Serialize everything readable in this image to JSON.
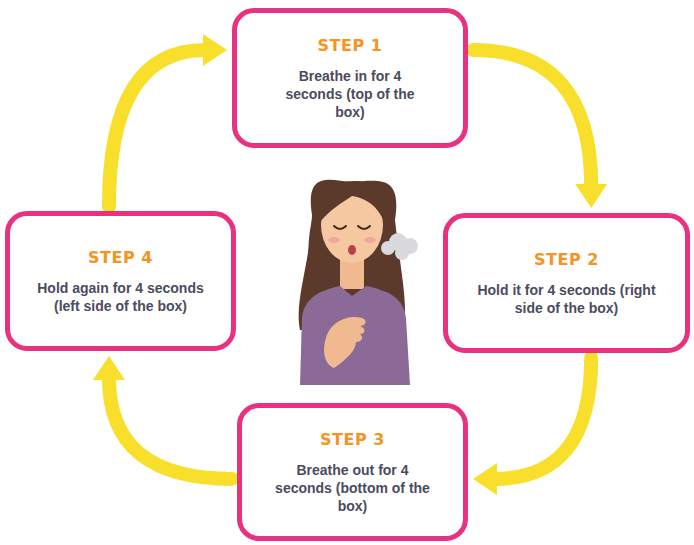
{
  "diagram": {
    "nodes": [
      {
        "text": [
          "STEP 1",
          "Breathe in for 4 seconds (top of the box)"
        ]
      },
      {
        "text": [
          "STEP 2",
          "Hold it for 4 seconds (right side of the box)"
        ]
      },
      {
        "text": [
          "STEP 3",
          "Breathe out for 4 seconds (bottom of the box)"
        ]
      },
      {
        "text": [
          "STEP 4",
          "Hold again for 4 seconds (left side of the box)"
        ]
      }
    ],
    "edges": [
      {
        "from": 0,
        "to": 1,
        "arrow": "to"
      },
      {
        "from": 1,
        "to": 2,
        "arrow": "to"
      },
      {
        "from": 2,
        "to": 3,
        "arrow": "to"
      },
      {
        "from": 3,
        "to": 0,
        "arrow": "to"
      }
    ]
  }
}
